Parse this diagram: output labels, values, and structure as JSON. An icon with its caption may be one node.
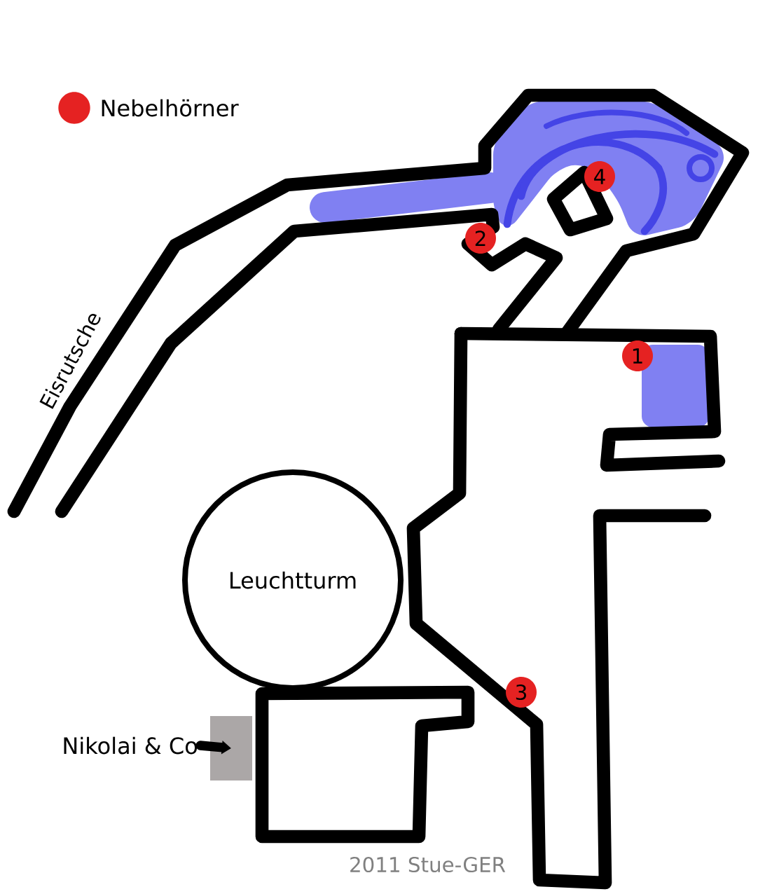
{
  "diagram": {
    "nodes": [
      {
        "text": [
          "Leuchtturm"
        ]
      },
      {
        "text": [
          "Nikolai & Co"
        ]
      },
      {
        "text": [],
        "shape": "box"
      },
      {
        "text": [
          "1"
        ]
      },
      {
        "text": [
          "2"
        ]
      },
      {
        "text": [
          "3"
        ]
      },
      {
        "text": [
          "4"
        ]
      }
    ],
    "edges": [
      {
        "from": 1,
        "to": 2,
        "arrow": "to"
      }
    ],
    "labels": [
      "Eisrutsche",
      "2011 Stue-GER"
    ],
    "legend": [
      {
        "text": "Nebelhörner",
        "color": "#e52222"
      }
    ]
  }
}
